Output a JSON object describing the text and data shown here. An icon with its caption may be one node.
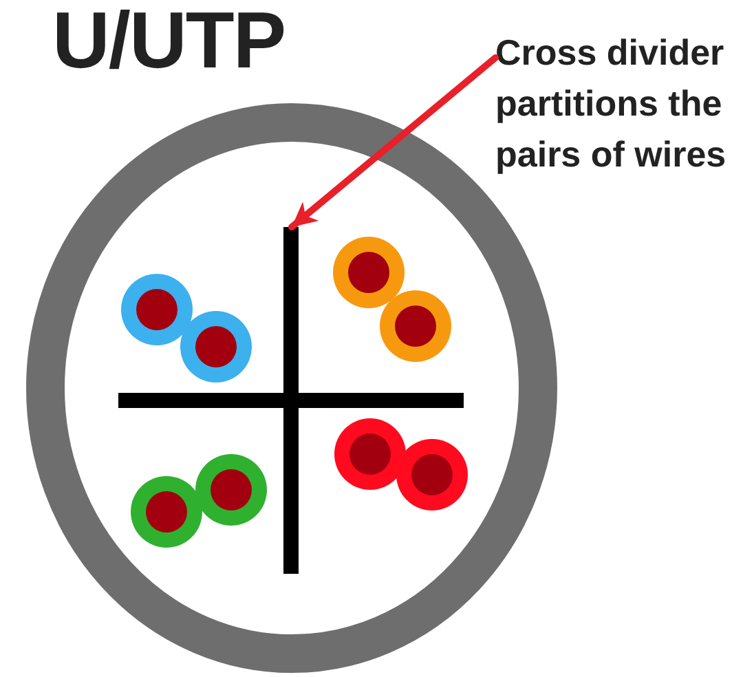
{
  "diagram": {
    "title": "U/UTP",
    "nodes": [
      {
        "text": [
          "Cross divider partitions the pairs of wires"
        ]
      },
      {
        "text": [],
        "shape": "cross"
      }
    ],
    "edges": [
      {
        "from": 0,
        "to": 1,
        "arrow": "to",
        "color": "#e8202a"
      }
    ]
  }
}
